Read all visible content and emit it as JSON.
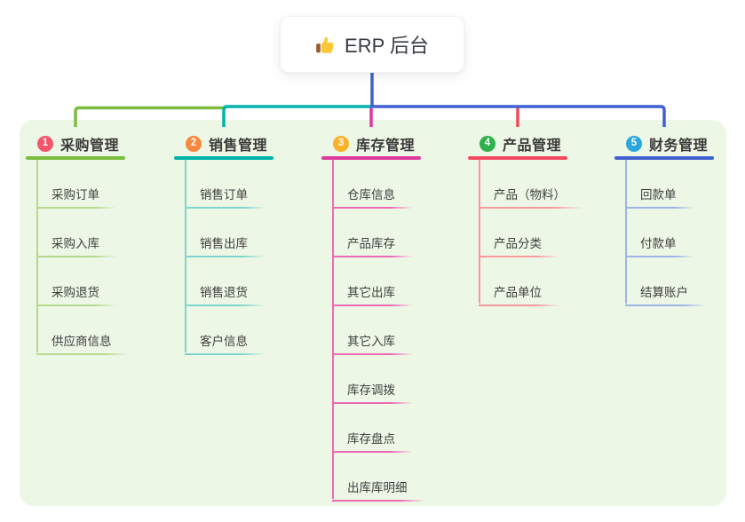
{
  "root": {
    "title": "ERP 后台",
    "icon": "thumbs-up-icon"
  },
  "branches": [
    {
      "index": "1",
      "title": "采购管理",
      "badge_color": "#f2566b",
      "line_color": "#7bbd3e",
      "child_line_color": "#b5da8c",
      "children": [
        "采购订单",
        "采购入库",
        "采购退货",
        "供应商信息"
      ]
    },
    {
      "index": "2",
      "title": "销售管理",
      "badge_color": "#f8883f",
      "line_color": "#00b3ab",
      "child_line_color": "#7fd4cd",
      "children": [
        "销售订单",
        "销售出库",
        "销售退货",
        "客户信息"
      ]
    },
    {
      "index": "3",
      "title": "库存管理",
      "badge_color": "#f9b02a",
      "line_color": "#df399e",
      "child_line_color": "#ee6ab5",
      "children": [
        "仓库信息",
        "产品库存",
        "其它出库",
        "其它入库",
        "库存调拨",
        "库存盘点",
        "出库库明细"
      ]
    },
    {
      "index": "4",
      "title": "产品管理",
      "badge_color": "#2eb24c",
      "line_color": "#f4495c",
      "child_line_color": "#f79a9d",
      "children": [
        "产品（物料）",
        "产品分类",
        "产品单位"
      ]
    },
    {
      "index": "5",
      "title": "财务管理",
      "badge_color": "#2ba7dd",
      "line_color": "#4161d3",
      "child_line_color": "#9fb4e6",
      "children": [
        "回款单",
        "付款单",
        "结算账户"
      ]
    }
  ],
  "colors": {
    "panel_background": "#edf7e6",
    "root_stem": "#4161d3",
    "text": "#3d3d3d"
  }
}
